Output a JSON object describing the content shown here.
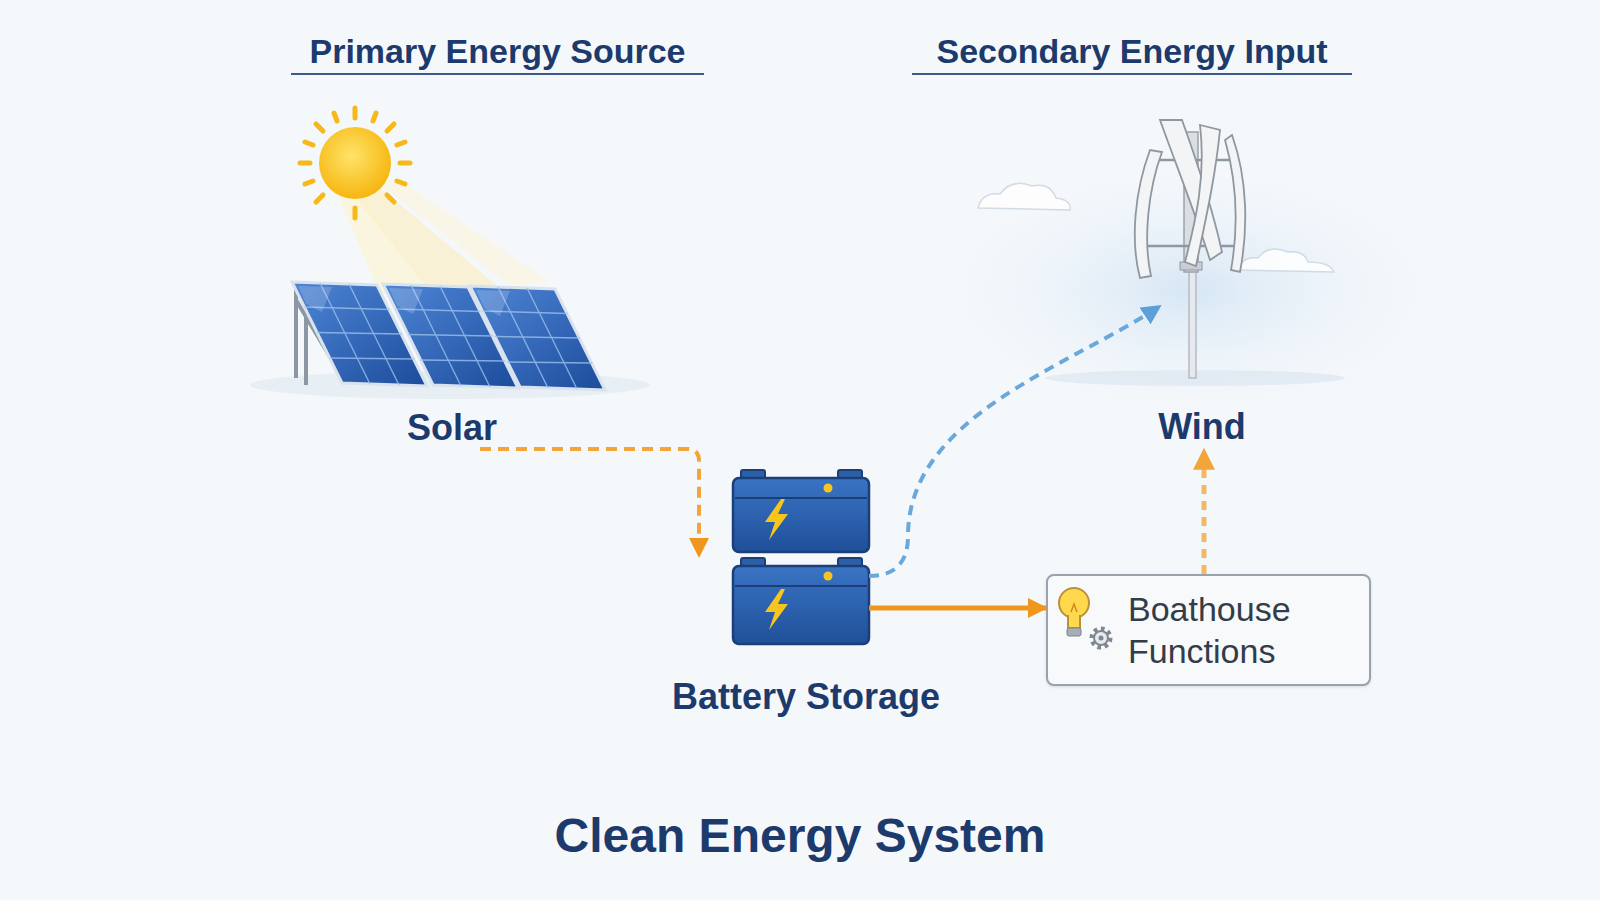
{
  "diagram": {
    "title": "Clean Energy System",
    "nodes": [
      {
        "text": [
          "Solar"
        ]
      },
      {
        "text": [
          "Wind"
        ]
      },
      {
        "text": [
          "Battery Storage"
        ]
      },
      {
        "text": [
          "Boathouse Functions"
        ]
      }
    ],
    "edges": [
      {
        "from": 0,
        "to": 2,
        "arrow": "to"
      },
      {
        "from": 2,
        "to": 3,
        "arrow": "to"
      },
      {
        "from": 2,
        "to": 1,
        "arrow": "to"
      },
      {
        "from": 3,
        "to": 1,
        "arrow": "to"
      }
    ],
    "labels": [
      "Primary Energy Source",
      "Secondary Energy Input"
    ]
  }
}
